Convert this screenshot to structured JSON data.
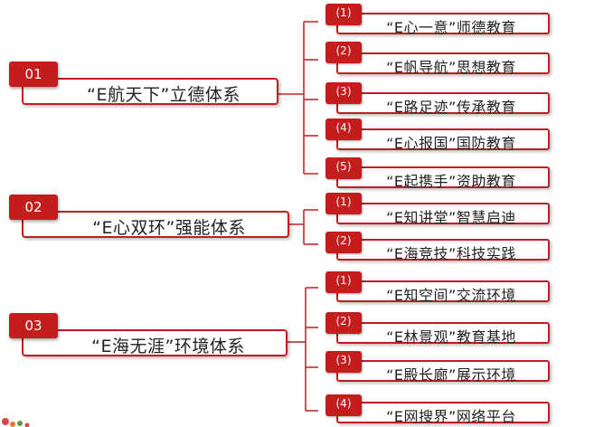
{
  "colors": {
    "accent": "#c31d1d",
    "line": "#c31d1d",
    "text": "#222222"
  },
  "groups": [
    {
      "number": "01",
      "title": "“E航天下”立德体系",
      "items": [
        {
          "number": "(1)",
          "label": "“E心一意”师德教育"
        },
        {
          "number": "(2)",
          "label": "“E帆导航”思想教育"
        },
        {
          "number": "(3)",
          "label": "“E路足迹”传承教育"
        },
        {
          "number": "(4)",
          "label": "“E心报国”国防教育"
        },
        {
          "number": "(5)",
          "label": "“E起携手”资助教育"
        }
      ]
    },
    {
      "number": "02",
      "title": "“E心双环”强能体系",
      "items": [
        {
          "number": "(1)",
          "label": "“E知讲堂”智慧启迪"
        },
        {
          "number": "(2)",
          "label": "“E海竞技”科技实践"
        }
      ]
    },
    {
      "number": "03",
      "title": "“E海无涯”环境体系",
      "items": [
        {
          "number": "(1)",
          "label": "“E知空间”交流环境"
        },
        {
          "number": "(2)",
          "label": "“E林景观”教育基地"
        },
        {
          "number": "(3)",
          "label": "“E殿长廊”展示环境"
        },
        {
          "number": "(4)",
          "label": "“E网搜界”网络平台"
        }
      ]
    }
  ]
}
